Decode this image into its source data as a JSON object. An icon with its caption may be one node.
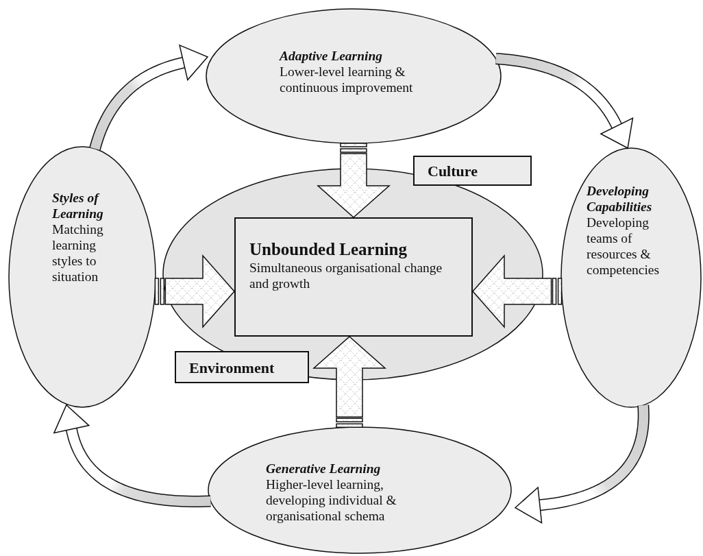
{
  "diagram": {
    "nodes": [
      {
        "text": [
          "Adaptive Learning",
          "Lower-level learning & continuous improvement"
        ]
      },
      {
        "text": [
          "Styles of Learning",
          "Matching learning styles to situation"
        ]
      },
      {
        "text": [],
        "shape": "ellipse"
      },
      {
        "text": [
          "Unbounded Learning",
          "Simultaneous organisational change and growth"
        ],
        "in": 2
      },
      {
        "text": [
          "Culture"
        ]
      },
      {
        "text": [
          "Environment"
        ]
      },
      {
        "text": [
          "Developing Capabilities",
          "Developing teams of resources & competencies"
        ]
      },
      {
        "text": [
          "Generative Learning",
          "Higher-level learning, developing individual & organisational schema"
        ]
      }
    ],
    "edges": [
      {
        "from": 0,
        "to": 3,
        "arrow": "to"
      },
      {
        "from": 1,
        "to": 3,
        "arrow": "to"
      },
      {
        "from": 6,
        "to": 3,
        "arrow": "to"
      },
      {
        "from": 7,
        "to": 3,
        "arrow": "to"
      },
      {
        "from": 1,
        "to": 0,
        "arrow": "to"
      },
      {
        "from": 0,
        "to": 6,
        "arrow": "to"
      },
      {
        "from": 6,
        "to": 7,
        "arrow": "to"
      },
      {
        "from": 7,
        "to": 1,
        "arrow": "to"
      }
    ]
  }
}
